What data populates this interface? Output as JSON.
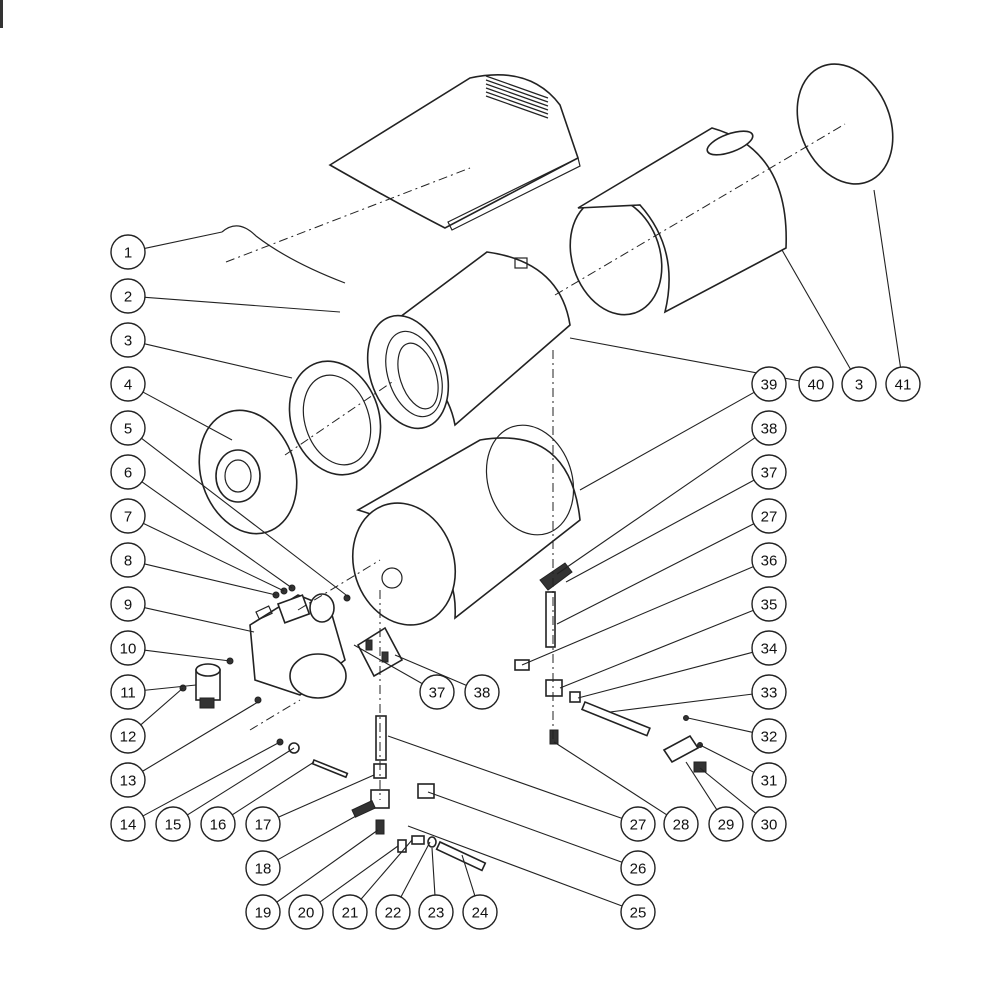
{
  "callouts": [
    {
      "label": "1"
    },
    {
      "label": "2"
    },
    {
      "label": "3"
    },
    {
      "label": "4"
    },
    {
      "label": "5"
    },
    {
      "label": "6"
    },
    {
      "label": "7"
    },
    {
      "label": "8"
    },
    {
      "label": "9"
    },
    {
      "label": "10"
    },
    {
      "label": "11"
    },
    {
      "label": "12"
    },
    {
      "label": "13"
    },
    {
      "label": "14"
    },
    {
      "label": "15"
    },
    {
      "label": "16"
    },
    {
      "label": "17"
    },
    {
      "label": "18"
    },
    {
      "label": "19"
    },
    {
      "label": "20"
    },
    {
      "label": "21"
    },
    {
      "label": "22"
    },
    {
      "label": "23"
    },
    {
      "label": "24"
    },
    {
      "label": "25"
    },
    {
      "label": "26"
    },
    {
      "label": "27"
    },
    {
      "label": "28"
    },
    {
      "label": "29"
    },
    {
      "label": "30"
    },
    {
      "label": "31"
    },
    {
      "label": "32"
    },
    {
      "label": "33"
    },
    {
      "label": "34"
    },
    {
      "label": "35"
    },
    {
      "label": "36"
    },
    {
      "label": "27"
    },
    {
      "label": "37"
    },
    {
      "label": "38"
    },
    {
      "label": "39"
    },
    {
      "label": "40"
    },
    {
      "label": "3"
    },
    {
      "label": "41"
    },
    {
      "label": "37"
    },
    {
      "label": "38"
    }
  ]
}
